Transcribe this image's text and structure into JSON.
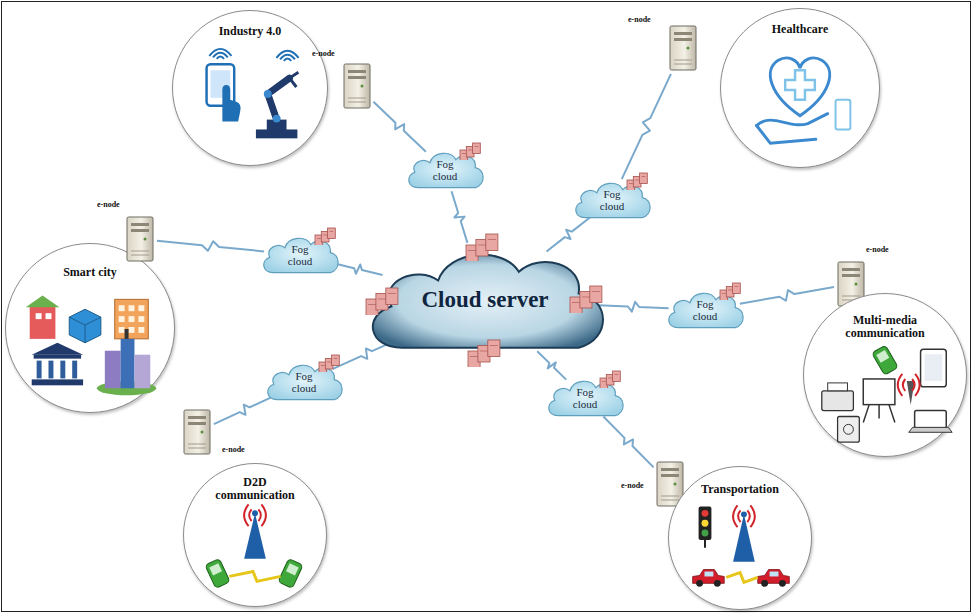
{
  "diagram": {
    "nodes": [
      {
        "text": [
          "Industry 4.0"
        ]
      },
      {
        "text": [
          "e-node"
        ]
      },
      {
        "text": [
          "Healthcare"
        ]
      },
      {
        "text": [
          "e-node"
        ]
      },
      {
        "text": [
          "Fog cloud"
        ]
      },
      {
        "text": [
          "Fog cloud"
        ]
      },
      {
        "text": [
          "Smart city"
        ]
      },
      {
        "text": [
          "e-node"
        ]
      },
      {
        "text": [
          "Fog cloud"
        ]
      },
      {
        "text": [
          "Cloud server"
        ]
      },
      {
        "text": [
          "Fog cloud"
        ]
      },
      {
        "text": [
          "e-node"
        ]
      },
      {
        "text": [
          "Multi-media communication"
        ]
      },
      {
        "text": [
          "Fog cloud"
        ]
      },
      {
        "text": [
          "Fog cloud"
        ]
      },
      {
        "text": [
          "e-node"
        ]
      },
      {
        "text": [
          "D2D communication"
        ]
      },
      {
        "text": [
          "e-node"
        ]
      },
      {
        "text": [
          "Transportation"
        ]
      }
    ],
    "edges": [
      {
        "from": 1,
        "to": 4,
        "arrow": "none"
      },
      {
        "from": 4,
        "to": 9,
        "arrow": "none"
      },
      {
        "from": 3,
        "to": 5,
        "arrow": "none"
      },
      {
        "from": 5,
        "to": 9,
        "arrow": "none"
      },
      {
        "from": 7,
        "to": 8,
        "arrow": "none"
      },
      {
        "from": 8,
        "to": 9,
        "arrow": "none"
      },
      {
        "from": 11,
        "to": 10,
        "arrow": "none"
      },
      {
        "from": 10,
        "to": 9,
        "arrow": "none"
      },
      {
        "from": 15,
        "to": 13,
        "arrow": "none"
      },
      {
        "from": 13,
        "to": 9,
        "arrow": "none"
      },
      {
        "from": 17,
        "to": 14,
        "arrow": "none"
      },
      {
        "from": 14,
        "to": 9,
        "arrow": "none"
      }
    ]
  }
}
